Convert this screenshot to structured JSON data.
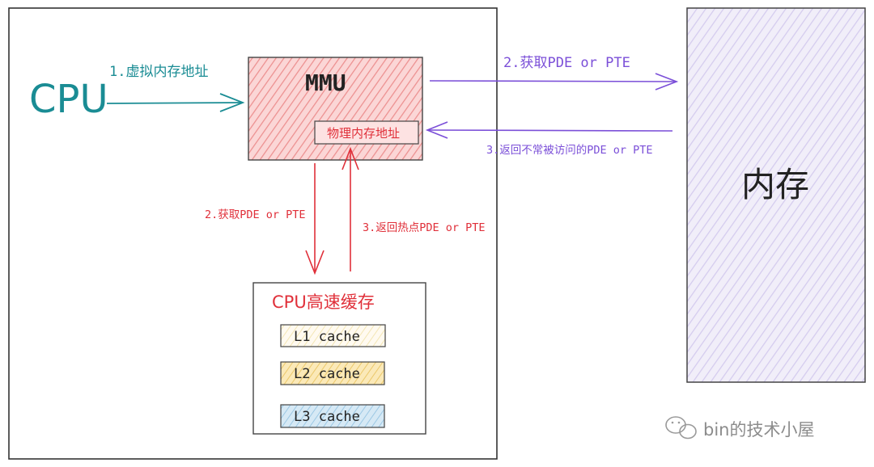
{
  "cpu": {
    "label": "CPU"
  },
  "mmu": {
    "label": "MMU",
    "inner_label": "物理内存地址"
  },
  "memory": {
    "label": "内存"
  },
  "cache": {
    "title": "CPU高速缓存",
    "levels": [
      {
        "label": "L1 cache",
        "color": "#fdf3c8"
      },
      {
        "label": "L2 cache",
        "color": "#f7d98b"
      },
      {
        "label": "L3 cache",
        "color": "#b9d9ee"
      }
    ]
  },
  "flows": {
    "virtual_address": "1.虚拟内存地址",
    "mem_fetch": "2.获取PDE or PTE",
    "mem_return": "3.返回不常被访问的PDE or PTE",
    "cache_fetch": "2.获取PDE or PTE",
    "cache_return": "3.返回热点PDE or PTE"
  },
  "watermark": {
    "text": "bin的技术小屋"
  },
  "colors": {
    "teal": "#1a8c94",
    "red": "#e0303a",
    "purple": "#7b4fd8",
    "mmu_fill": "#f6b4b4",
    "mem_fill": "#e6e0f5"
  }
}
